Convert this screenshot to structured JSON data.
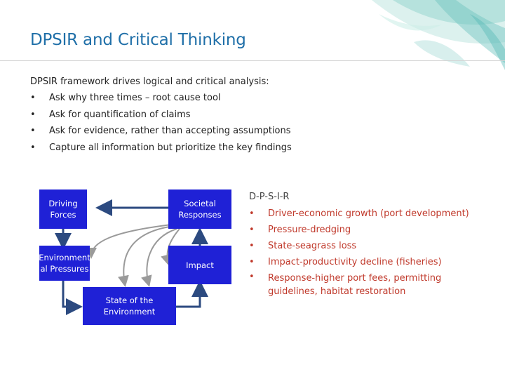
{
  "title": "DPSIR and Critical Thinking",
  "intro": "DPSIR framework drives logical and critical analysis:",
  "bullets": [
    "Ask why three times – root cause tool",
    "Ask for quantification of claims",
    "Ask for evidence, rather than accepting assumptions",
    "Capture all information but prioritize the key findings"
  ],
  "diagram": {
    "driving_forces": [
      "Driving",
      "Forces"
    ],
    "societal_responses": [
      "Societal",
      "Responses"
    ],
    "environmental_pressures": [
      "Environment",
      "al Pressures"
    ],
    "impact": "Impact",
    "state": [
      "State of the",
      "Environment"
    ],
    "box_color": "#1f21d6",
    "arrow_color": "#2c4a80"
  },
  "right": {
    "header": "D-P-S-I-R",
    "items": [
      "Driver-economic growth (port development)",
      "Pressure-dredging",
      "State-seagrass loss",
      "Impact-productivity decline (fisheries)",
      "Response-higher port fees, permitting guidelines, habitat restoration"
    ],
    "text_color": "#c0392b"
  },
  "bullet_glyph": "•",
  "accent": "#1f6fa8"
}
